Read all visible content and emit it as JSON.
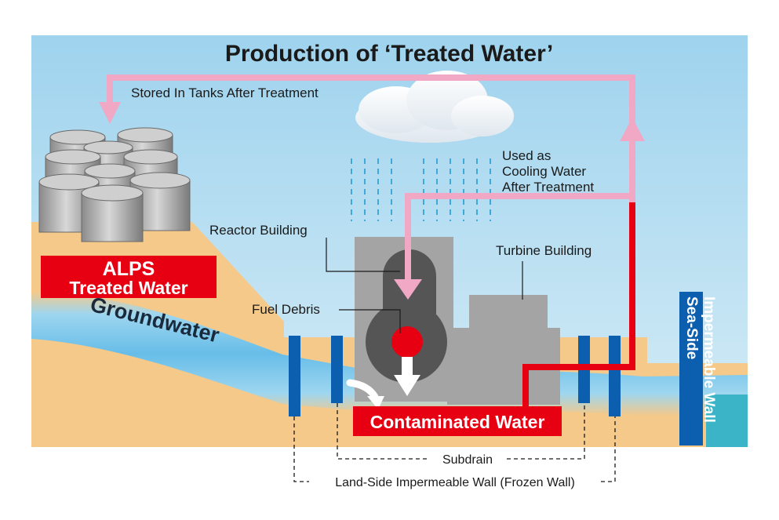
{
  "title": "Production of ‘Treated Water’",
  "labels": {
    "stored_in_tanks": "Stored In Tanks After Treatment",
    "cooling_line1": "Used as",
    "cooling_line2": "Cooling Water",
    "cooling_line3": "After Treatment",
    "reactor_building": "Reactor Building",
    "turbine_building": "Turbine Building",
    "fuel_debris": "Fuel Debris",
    "groundwater": "Groundwater",
    "contaminated_water": "Contaminated Water",
    "alps_line1": "ALPS",
    "alps_line2": "Treated Water",
    "sea_wall_line1": "Sea-Side",
    "sea_wall_line2": "Impermeable Wall",
    "subdrain": "Subdrain",
    "land_side_wall": "Land-Side Impermeable Wall (Frozen Wall)"
  },
  "colors": {
    "sky": "#b9def1",
    "ground": "#f4c98a",
    "groundwater": "#8fd0ef",
    "pink_flow": "#f0a8c4",
    "red_flow": "#e60012",
    "wall_blue": "#0b5fae",
    "building_grey": "#a4a4a4",
    "reactor_dark": "#555555",
    "sea": "#3bb4c8"
  },
  "icons": [
    "cloud-icon",
    "rain-icon",
    "storage-tank-icon"
  ]
}
